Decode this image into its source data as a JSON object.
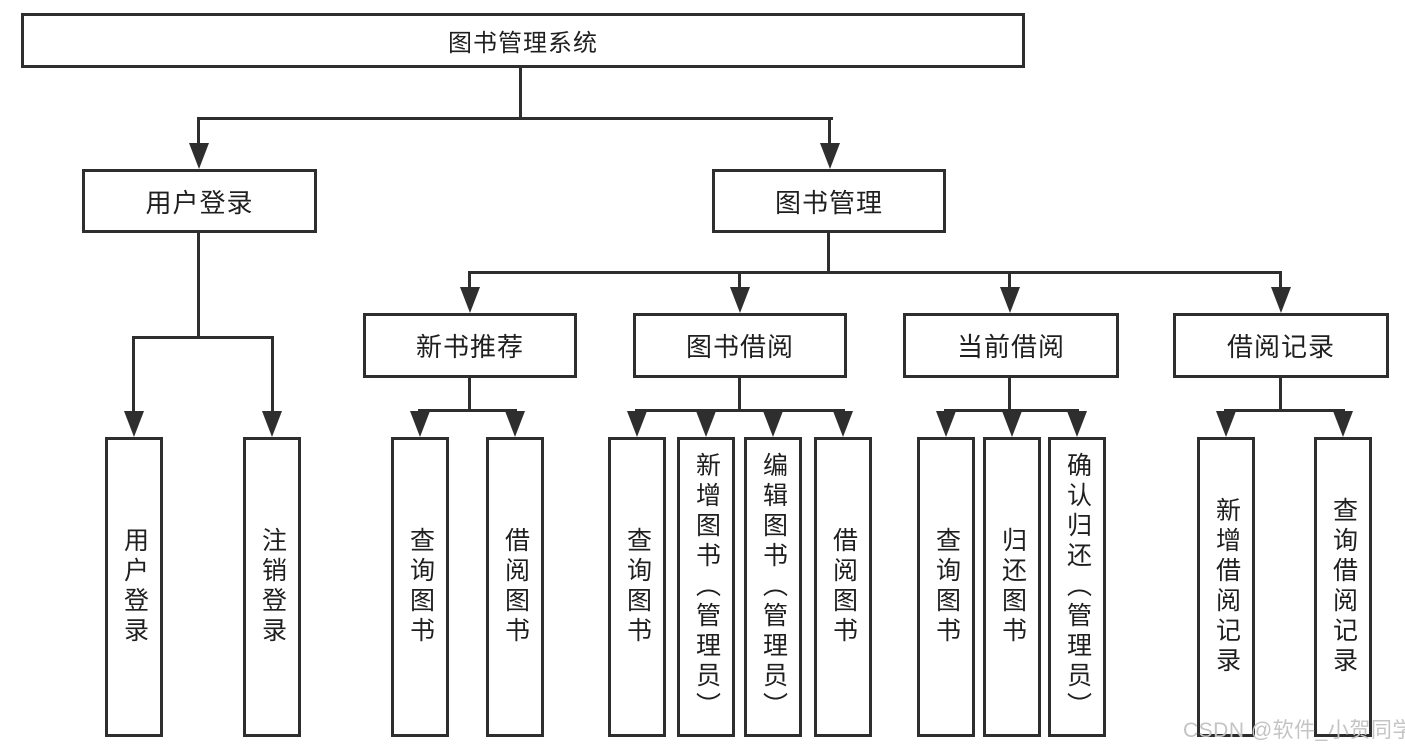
{
  "diagram": {
    "type": "hierarchy-tree",
    "colors": {
      "line": "#2e2e2e",
      "box_border": "#2e2e2e",
      "text": "#1f1f1f",
      "background": "#ffffff",
      "watermark": "#c4c4c4"
    },
    "tree": {
      "label": "图书管理系统",
      "children": [
        {
          "label": "用户登录",
          "children": [
            {
              "label": "用户登录"
            },
            {
              "label": "注销登录"
            }
          ]
        },
        {
          "label": "图书管理",
          "children": [
            {
              "label": "新书推荐",
              "children": [
                {
                  "label": "查询图书"
                },
                {
                  "label": "借阅图书"
                }
              ]
            },
            {
              "label": "图书借阅",
              "children": [
                {
                  "label": "查询图书"
                },
                {
                  "label": "新增图书（管理员）"
                },
                {
                  "label": "编辑图书（管理员）"
                },
                {
                  "label": "借阅图书"
                }
              ]
            },
            {
              "label": "当前借阅",
              "children": [
                {
                  "label": "查询图书"
                },
                {
                  "label": "归还图书"
                },
                {
                  "label": "确认归还（管理员）"
                }
              ]
            },
            {
              "label": "借阅记录",
              "children": [
                {
                  "label": "新增借阅记录"
                },
                {
                  "label": "查询借阅记录"
                }
              ]
            }
          ]
        }
      ]
    }
  },
  "watermark": {
    "text": "CSDN @软件_小贺同学"
  }
}
